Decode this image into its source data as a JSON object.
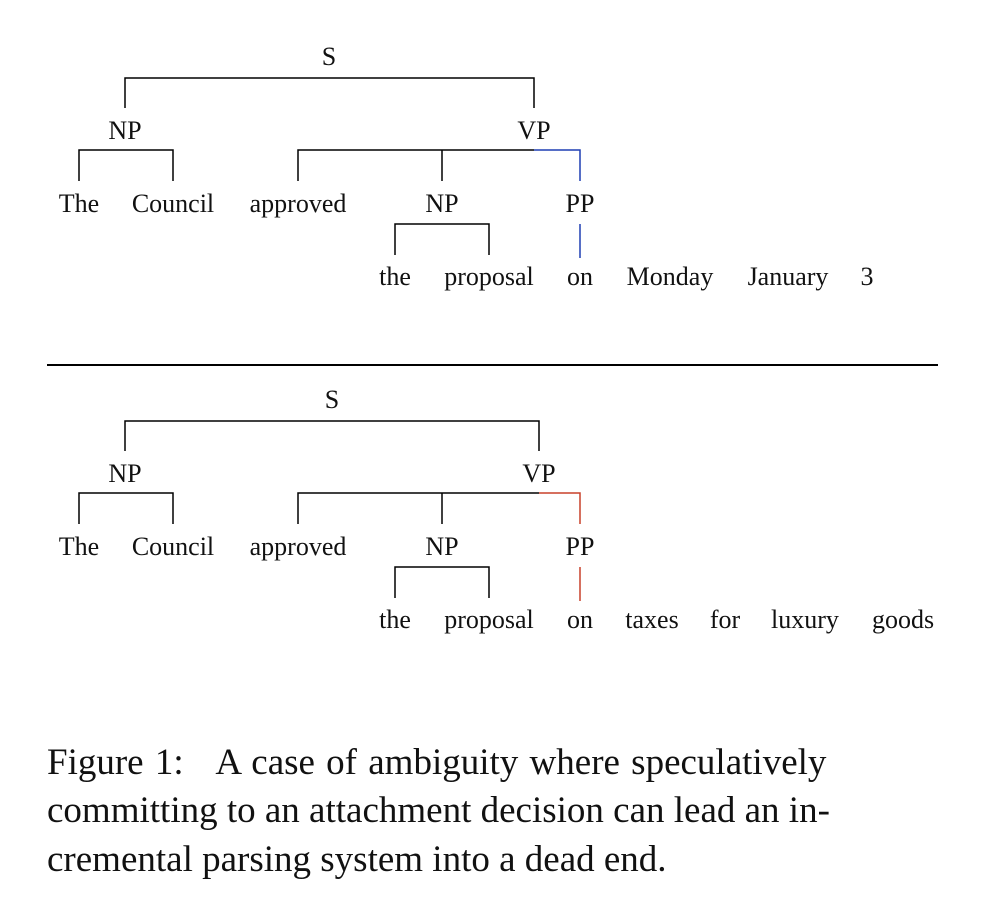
{
  "figure": {
    "trees": [
      {
        "nodes": {
          "S": "S",
          "NP_subj": "NP",
          "VP": "VP",
          "NP_obj": "NP",
          "PP": "PP"
        },
        "words": [
          "The",
          "Council",
          "approved",
          "the",
          "proposal",
          "on",
          "Monday",
          "January",
          "3"
        ],
        "highlight_color": "#1f3fb3"
      },
      {
        "nodes": {
          "S": "S",
          "NP_subj": "NP",
          "VP": "VP",
          "NP_obj": "NP",
          "PP": "PP"
        },
        "words": [
          "The",
          "Council",
          "approved",
          "the",
          "proposal",
          "on",
          "taxes",
          "for",
          "luxury",
          "goods"
        ],
        "highlight_color": "#c8402a"
      }
    ],
    "divider_color": "#000000"
  },
  "caption": {
    "lines": [
      "Figure 1:   A case of ambiguity where speculatively",
      "committing to an attachment decision can lead an in-",
      "cremental parsing system into a dead end."
    ]
  }
}
